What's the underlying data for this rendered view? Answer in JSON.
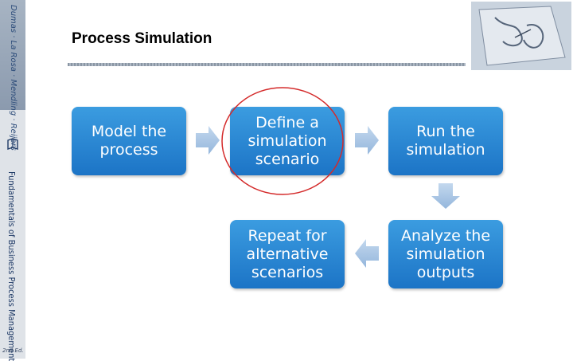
{
  "sidebar": {
    "top_text": "Dumas · La Rosa · Mendling · Reijers",
    "main_text": "Fundamentals of Business Process Management",
    "edition": "2nd Ed."
  },
  "slide": {
    "title": "Process Simulation"
  },
  "steps": [
    {
      "label": "Model the process"
    },
    {
      "label": "Define a simulation scenario"
    },
    {
      "label": "Run the simulation"
    },
    {
      "label": "Analyze the simulation outputs"
    },
    {
      "label": "Repeat for alternative scenarios"
    }
  ],
  "colors": {
    "box_top": "#3b9ce0",
    "box_bottom": "#1c74c6",
    "arrow": "#a9c7e6",
    "highlight": "#d42a2a"
  },
  "icons": [
    "book-icon",
    "drawing-hands-illustration"
  ]
}
